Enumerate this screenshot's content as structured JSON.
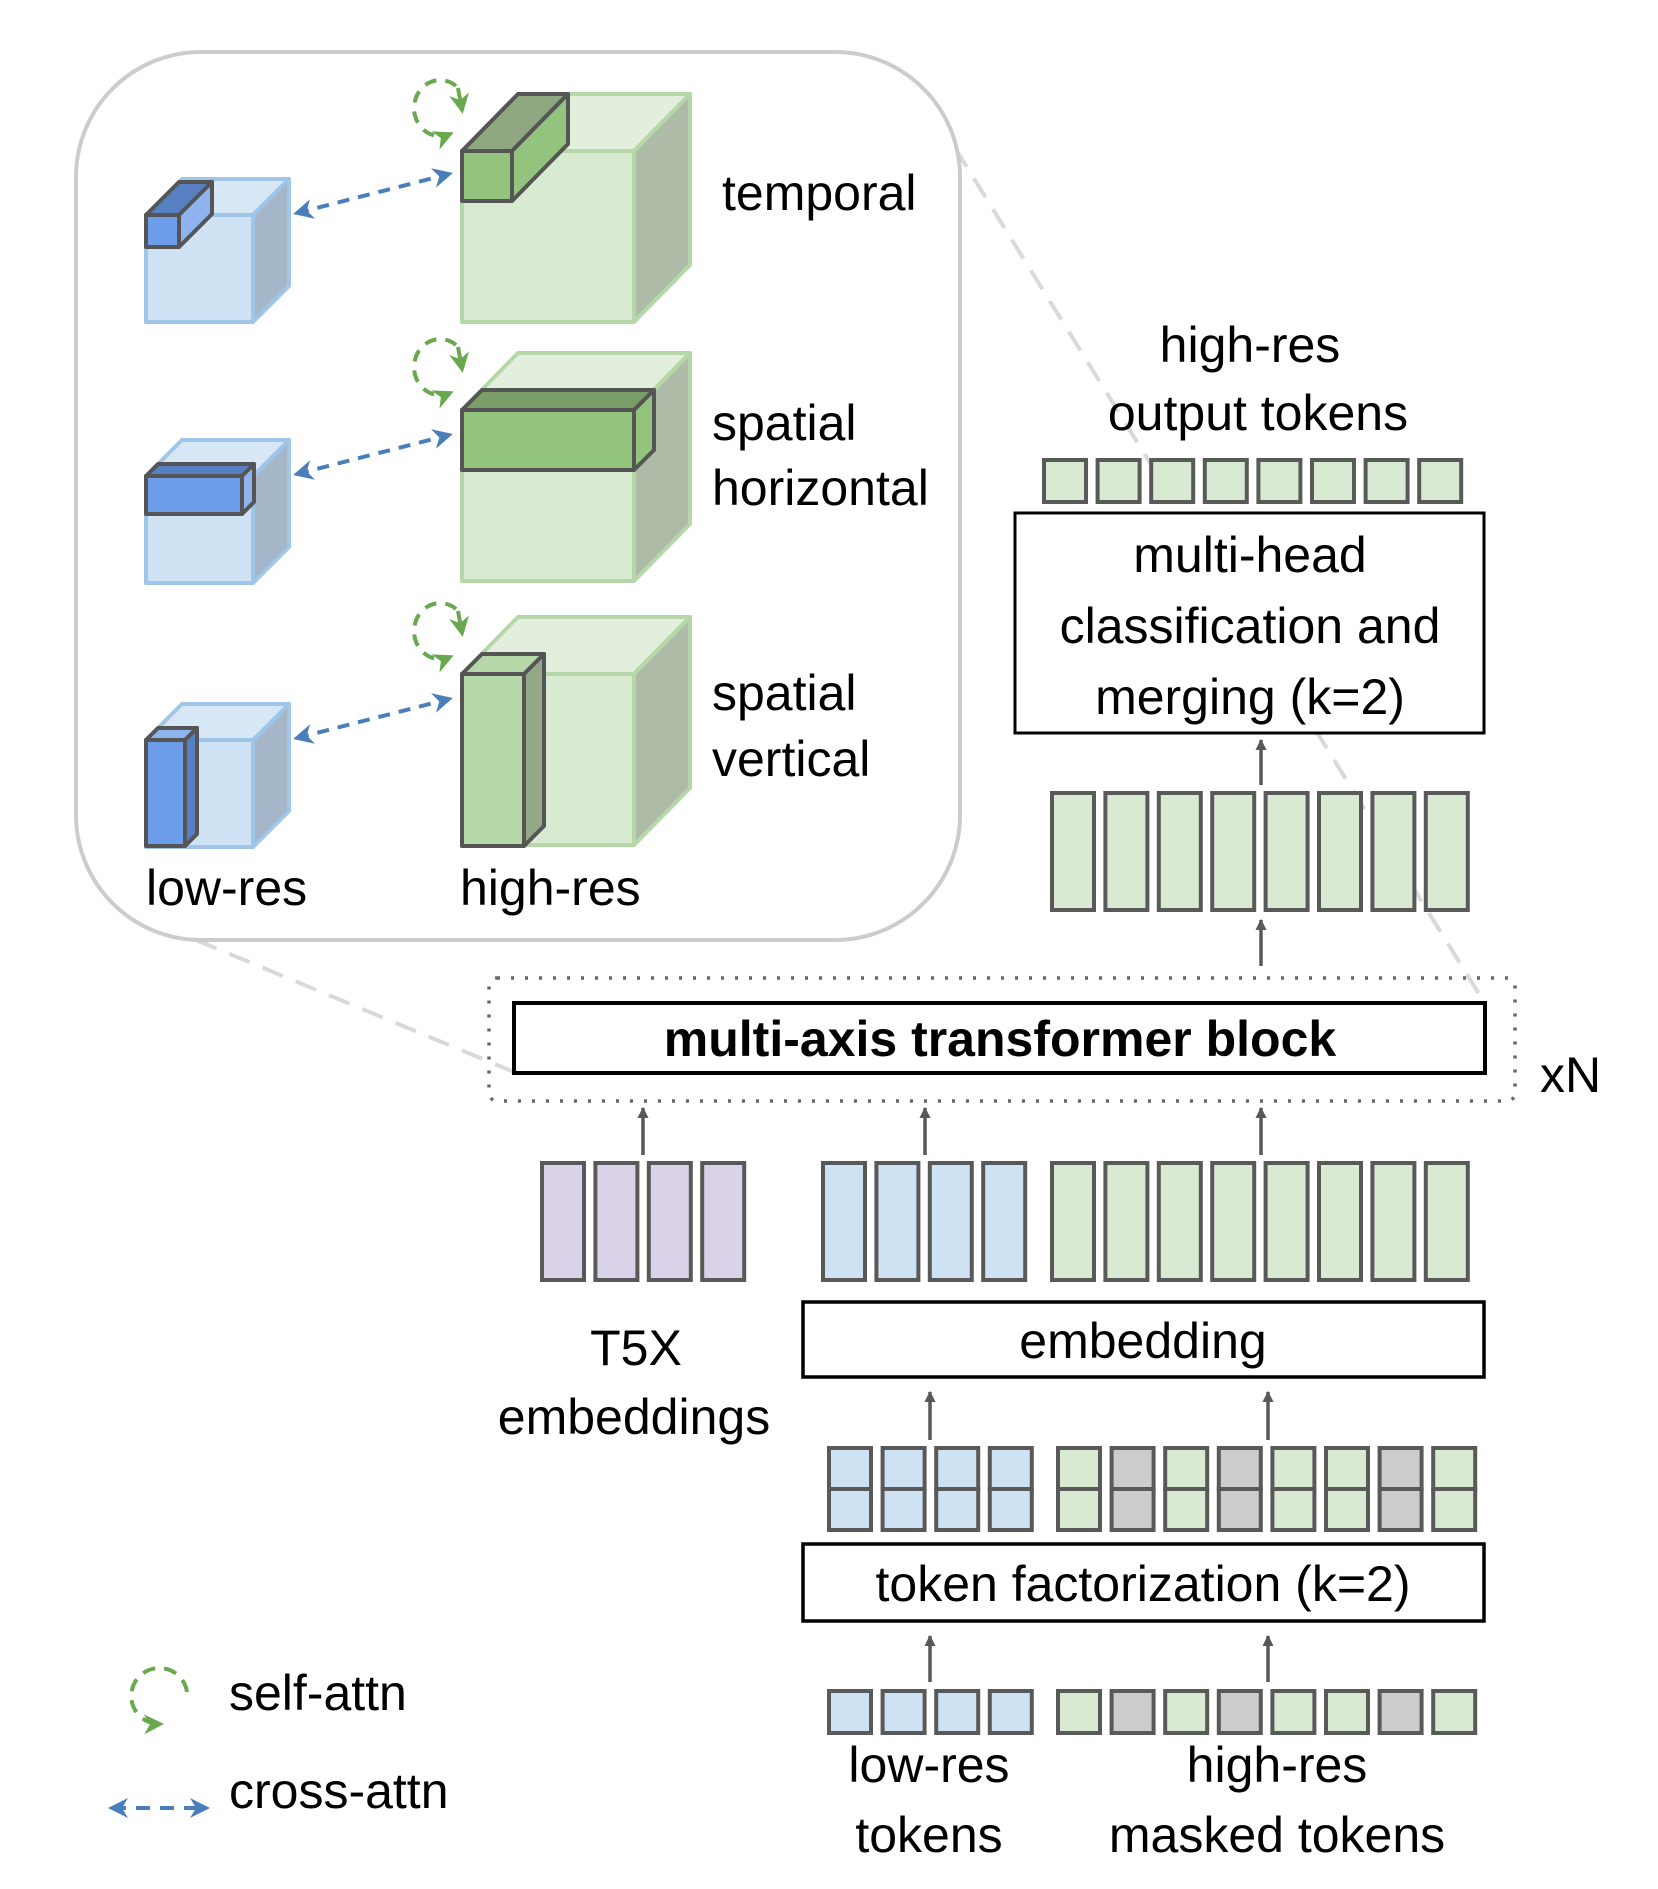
{
  "colors": {
    "panel_border": "#cccccc",
    "connector": "#d9d9d9",
    "box_border": "#000000",
    "token_border": "#595959",
    "arrow": "#595959",
    "green_token": "#d9ead3",
    "blue_token": "#cfe2f3",
    "purple_token": "#d9d2e9",
    "gray_token": "#cccccc",
    "self_attn": "#6aa84f",
    "cross_attn": "#4a7ebb",
    "hi_cube_front": "#d9ead3",
    "hi_cube_top": "#e2efdc",
    "hi_cube_side": "#aebba6",
    "hi_cube_edge": "#b6d7a8",
    "lo_cube_front": "#cfe2f3",
    "lo_cube_top": "#d8e7f5",
    "lo_cube_side": "#a4b6c8",
    "lo_cube_edge": "#9fc5e8",
    "hi_slice_front": "#93c47d",
    "hi_slice_top": "#7a9e67",
    "hi_slice_side": "#8fb27d",
    "lo_slice_front": "#6d9eeb",
    "lo_slice_top": "#5780c2",
    "lo_slice_side": "#8fb3ef"
  },
  "inset_panel": {
    "rows": [
      {
        "name": "temporal",
        "label_lines": [
          "temporal"
        ],
        "slice": "temporal"
      },
      {
        "name": "spatial-horizontal",
        "label_lines": [
          "spatial",
          "horizontal"
        ],
        "slice": "horizontal"
      },
      {
        "name": "spatial-vertical",
        "label_lines": [
          "spatial",
          "vertical"
        ],
        "slice": "vertical"
      }
    ],
    "low_res_label": "low-res",
    "high_res_label": "high-res"
  },
  "output": {
    "label_line1": "high-res",
    "label_line2": "output tokens",
    "token_count": 8
  },
  "head_box": {
    "line1": "multi-head",
    "line2": "classification and",
    "line3": "merging (k=2)"
  },
  "transformer": {
    "label": "multi-axis transformer block",
    "repeat_label": "xN"
  },
  "embedding_row": {
    "t5x_count": 4,
    "low_res_count": 4,
    "high_res_count": 8,
    "t5x_label_line1": "T5X",
    "t5x_label_line2": "embeddings"
  },
  "embedding_box": {
    "label": "embedding"
  },
  "factorization_box": {
    "label": "token factorization (k=2)"
  },
  "input_tokens": {
    "low_res_count": 4,
    "high_res_mask_pattern": [
      "visible",
      "masked",
      "visible",
      "masked",
      "visible",
      "visible",
      "masked",
      "visible"
    ],
    "low_res_label_line1": "low-res",
    "low_res_label_line2": "tokens",
    "high_res_label_line1": "high-res",
    "high_res_label_line2": "masked tokens"
  },
  "legend": {
    "self_attn": "self-attn",
    "cross_attn": "cross-attn"
  }
}
